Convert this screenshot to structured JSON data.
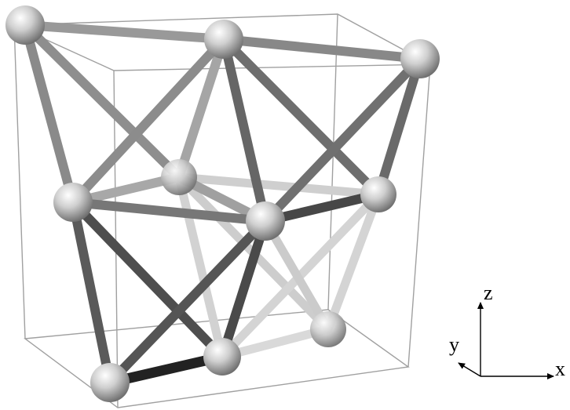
{
  "axes": {
    "x_label": "x",
    "y_label": "y",
    "z_label": "z"
  },
  "colors": {
    "background": "#ffffff",
    "cell_edge": "#9a9a9a",
    "bond_front": "#5a5a5a",
    "bond_mid": "#8e8e8e",
    "bond_back": "#c8c8c8",
    "bond_darkest": "#222222",
    "atom_highlight": "#ffffff",
    "atom_mid": "#c4c4c4",
    "atom_shadow": "#6e6e6e"
  }
}
